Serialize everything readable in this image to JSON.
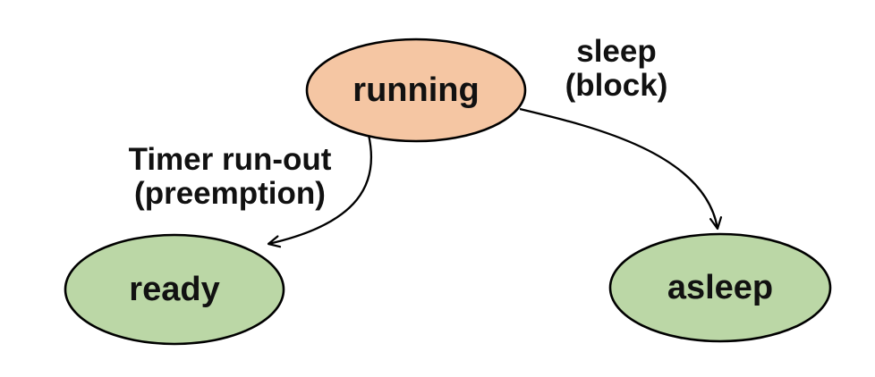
{
  "diagram": {
    "type": "state-diagram",
    "background": "#ffffff",
    "colors": {
      "running_fill": "#F5C6A3",
      "ready_fill": "#BBD7A6",
      "asleep_fill": "#BBD7A6",
      "stroke": "#000000",
      "text": "#111111"
    },
    "states": [
      {
        "id": "running",
        "label": "running",
        "fill": "#F5C6A3"
      },
      {
        "id": "ready",
        "label": "ready",
        "fill": "#BBD7A6"
      },
      {
        "id": "asleep",
        "label": "asleep",
        "fill": "#BBD7A6"
      }
    ],
    "transitions": [
      {
        "from": "running",
        "to": "ready",
        "label_line1": "Timer run-out",
        "label_line2": "(preemption)"
      },
      {
        "from": "running",
        "to": "asleep",
        "label_line1": "sleep",
        "label_line2": "(block)"
      }
    ]
  }
}
